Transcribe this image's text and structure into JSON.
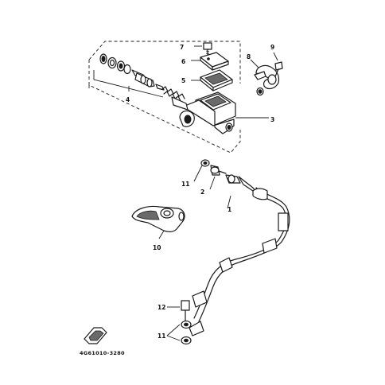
{
  "callouts": {
    "c1": "1",
    "c2": "2",
    "c3": "3",
    "c4": "4",
    "c5": "5",
    "c6": "6",
    "c7": "7",
    "c8": "8",
    "c9": "9",
    "c10": "10",
    "c11a": "11",
    "c11b": "11",
    "c12": "12"
  },
  "diagram_code": "4G61010-3280",
  "colors": {
    "ink": "#1a1a1a",
    "background": "#ffffff"
  }
}
